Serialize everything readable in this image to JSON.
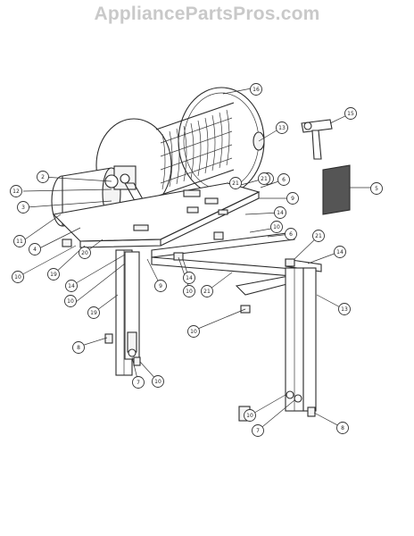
{
  "watermark": "AppliancePartsPros.com",
  "callouts": [
    {
      "id": "c-1",
      "label": "1"
    },
    {
      "id": "c-2",
      "label": "2"
    },
    {
      "id": "c-3",
      "label": "3"
    },
    {
      "id": "c-4",
      "label": "4"
    },
    {
      "id": "c-5",
      "label": "5"
    },
    {
      "id": "c-6a",
      "label": "6"
    },
    {
      "id": "c-6b",
      "label": "6"
    },
    {
      "id": "c-7a",
      "label": "7"
    },
    {
      "id": "c-7b",
      "label": "7"
    },
    {
      "id": "c-8a",
      "label": "8"
    },
    {
      "id": "c-8b",
      "label": "8"
    },
    {
      "id": "c-9a",
      "label": "9"
    },
    {
      "id": "c-9b",
      "label": "9"
    },
    {
      "id": "c-10a",
      "label": "10"
    },
    {
      "id": "c-10b",
      "label": "10"
    },
    {
      "id": "c-10c",
      "label": "10"
    },
    {
      "id": "c-10d",
      "label": "10"
    },
    {
      "id": "c-10e",
      "label": "10"
    },
    {
      "id": "c-10f",
      "label": "10"
    },
    {
      "id": "c-10g",
      "label": "10"
    },
    {
      "id": "c-11",
      "label": "11"
    },
    {
      "id": "c-12",
      "label": "12"
    },
    {
      "id": "c-13a",
      "label": "13"
    },
    {
      "id": "c-13b",
      "label": "13"
    },
    {
      "id": "c-14a",
      "label": "14"
    },
    {
      "id": "c-14b",
      "label": "14"
    },
    {
      "id": "c-14c",
      "label": "14"
    },
    {
      "id": "c-14d",
      "label": "14"
    },
    {
      "id": "c-15",
      "label": "15"
    },
    {
      "id": "c-16",
      "label": "16"
    },
    {
      "id": "c-19a",
      "label": "19"
    },
    {
      "id": "c-19b",
      "label": "19"
    },
    {
      "id": "c-20",
      "label": "20"
    },
    {
      "id": "c-21a",
      "label": "21"
    },
    {
      "id": "c-21b",
      "label": "21"
    },
    {
      "id": "c-21c",
      "label": "21"
    },
    {
      "id": "c-21d",
      "label": "21"
    }
  ]
}
